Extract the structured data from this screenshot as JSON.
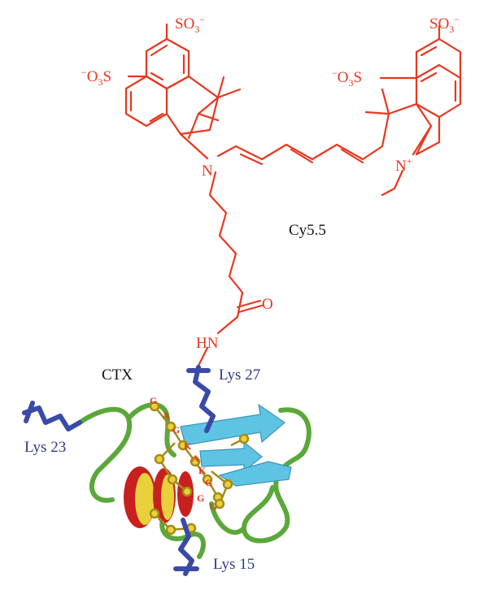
{
  "colors": {
    "dye": "#e8371f",
    "lysine": "#3a4aa8",
    "lysine_label": "#2a3a8c",
    "loop": "#5aa83a",
    "beta_strand": "#5fc3e4",
    "helix_outer": "#c8201e",
    "helix_inner": "#e8d13a",
    "disulfide": "#e8d13a",
    "residue_letters": "#e8371f"
  },
  "dye": {
    "name": "Cy5.5",
    "groups": {
      "sulfonate_top_left": "SO3−",
      "sulfonate_left": "−O3S",
      "sulfonate_top_right": "SO3−",
      "sulfonate_right": "−O3S",
      "nitrogen_left": "N",
      "nitrogen_right": "N+",
      "carbonyl_o": "O",
      "amide_hn": "HN"
    }
  },
  "labels": {
    "cy55": "Cy5.5",
    "ctx": "CTX",
    "lys27": "Lys 27",
    "lys23": "Lys 23",
    "lys15": "Lys 15"
  },
  "residue_letters": [
    "G",
    "A",
    "G",
    "K",
    "A",
    "K",
    "G",
    "G",
    "G"
  ]
}
